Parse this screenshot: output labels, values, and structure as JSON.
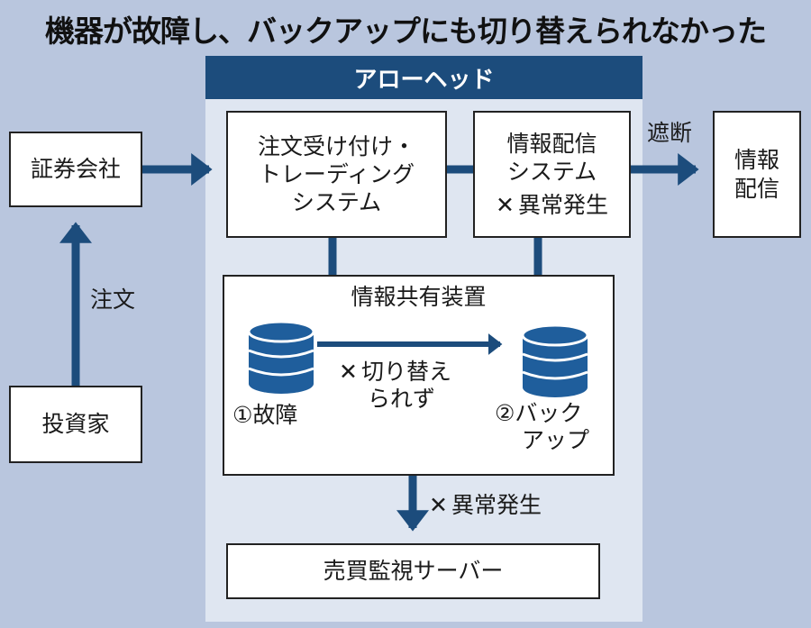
{
  "title": "機器が故障し、バックアップにも切り替えられなかった",
  "panel_title": "アローヘッド",
  "nodes": {
    "securities": "証券会社",
    "investor": "投資家",
    "trading": [
      "注文受け付け・",
      "トレーディング",
      "システム"
    ],
    "info_system": [
      "情報配信",
      "システム"
    ],
    "info_system_status": "異常発生",
    "info_delivery": [
      "情報",
      "配信"
    ],
    "shared_title": "情報共有装置",
    "db_primary": "①故障",
    "db_backup": [
      "②バック",
      "アップ"
    ],
    "switch_fail": [
      "切り替え",
      "られず"
    ],
    "monitor": "売買監視サーバー"
  },
  "edges": {
    "order": "注文",
    "cutoff": "遮断",
    "monitor_status": "異常発生"
  },
  "cross_mark": "✕",
  "colors": {
    "background": "#b9c6de",
    "panel": "#dfe6f1",
    "accent": "#1c4c7c",
    "database": "#1f5e9c"
  }
}
